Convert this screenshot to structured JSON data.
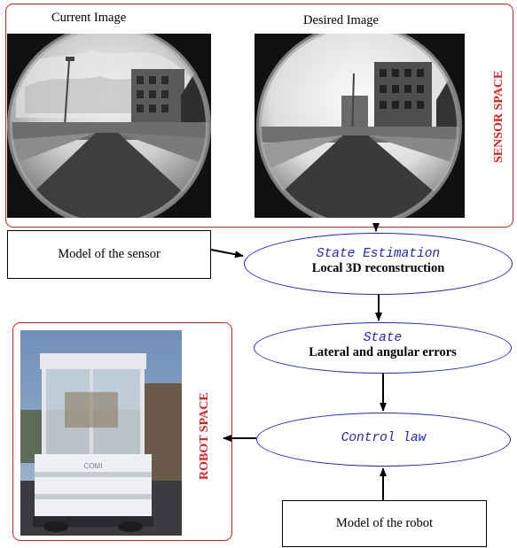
{
  "sensor_panel": {
    "current_caption": "Current Image",
    "desired_caption": "Desired Image",
    "space_label": "SENSOR SPACE"
  },
  "robot_panel": {
    "space_label": "ROBOT SPACE",
    "robot_badge": "COMI"
  },
  "sensor_model_box": {
    "label": "Model of the sensor"
  },
  "robot_model_box": {
    "label": "Model of the robot"
  },
  "state_estimation": {
    "title": "State Estimation",
    "subtitle": "Local 3D reconstruction"
  },
  "state": {
    "title": "State",
    "subtitle": "Lateral and angular errors"
  },
  "control_law": {
    "title": "Control law"
  },
  "colors": {
    "panel_border": "#e02020",
    "ellipse_border": "#2323c8",
    "mono_text": "#2323c8"
  }
}
